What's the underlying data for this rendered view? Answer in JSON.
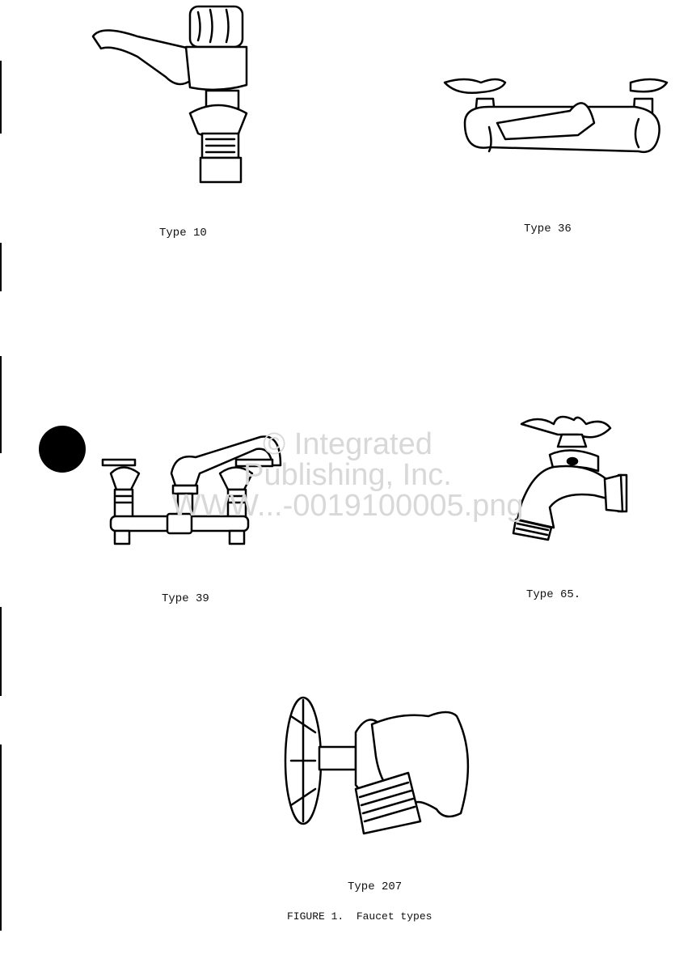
{
  "watermark": {
    "line1": "© Integrated",
    "line2": "Publishing, Inc.",
    "line3": "WWW...-0019100005.png"
  },
  "figures": [
    {
      "label": "Type 10"
    },
    {
      "label": "Type 36"
    },
    {
      "label": "Type 39"
    },
    {
      "label": "Type 65."
    },
    {
      "label": "Type 207"
    }
  ],
  "caption": "FIGURE 1.  Faucet types"
}
